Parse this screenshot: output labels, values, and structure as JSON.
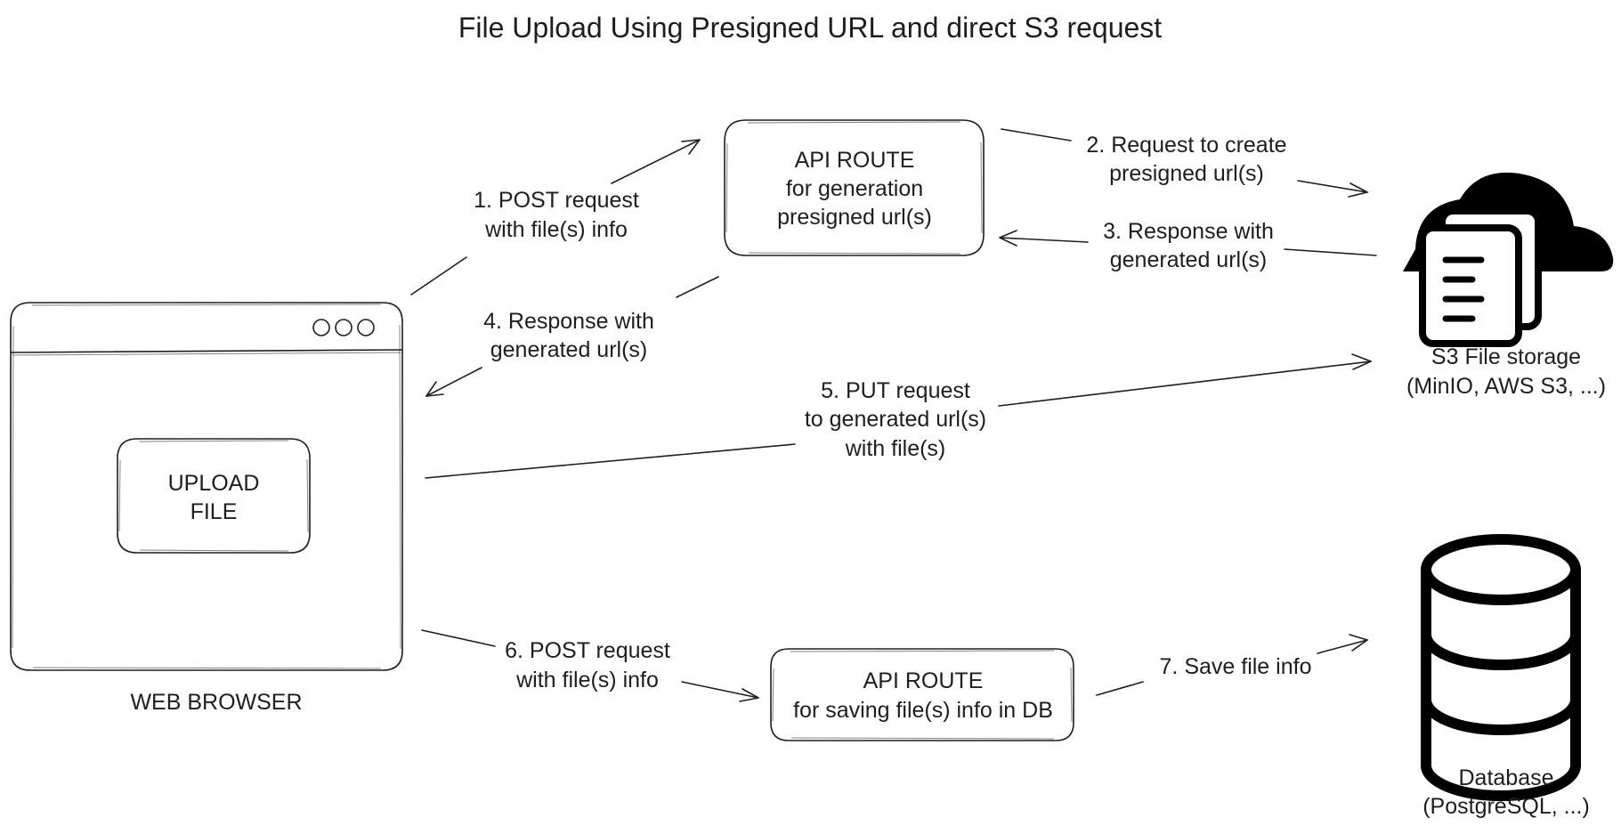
{
  "title": "File Upload Using Presigned URL and direct S3 request",
  "nodes": {
    "browser": {
      "label": "WEB BROWSER",
      "button_line1": "UPLOAD",
      "button_line2": "FILE"
    },
    "api_presign": {
      "line1": "API ROUTE",
      "line2": "for generation",
      "line3": "presigned url(s)"
    },
    "api_save": {
      "line1": "API ROUTE",
      "line2": "for saving file(s) info in DB"
    },
    "s3": {
      "line1": "S3 File storage",
      "line2": "(MinIO, AWS S3, ...)",
      "icon": "cloud-documents-icon"
    },
    "database": {
      "line1": "Database",
      "line2": "(PostgreSQL, ...)",
      "icon": "database-icon"
    }
  },
  "edges": {
    "e1": {
      "line1": "1. POST request",
      "line2": "with file(s) info"
    },
    "e2": {
      "line1": "2. Request to create",
      "line2": "presigned url(s)"
    },
    "e3": {
      "line1": "3. Response with",
      "line2": "generated url(s)"
    },
    "e4": {
      "line1": "4. Response with",
      "line2": "generated url(s)"
    },
    "e5": {
      "line1": "5. PUT request",
      "line2": "to generated url(s)",
      "line3": "with file(s)"
    },
    "e6": {
      "line1": "6. POST request",
      "line2": "with file(s) info"
    },
    "e7": {
      "line1": "7. Save file info"
    }
  }
}
